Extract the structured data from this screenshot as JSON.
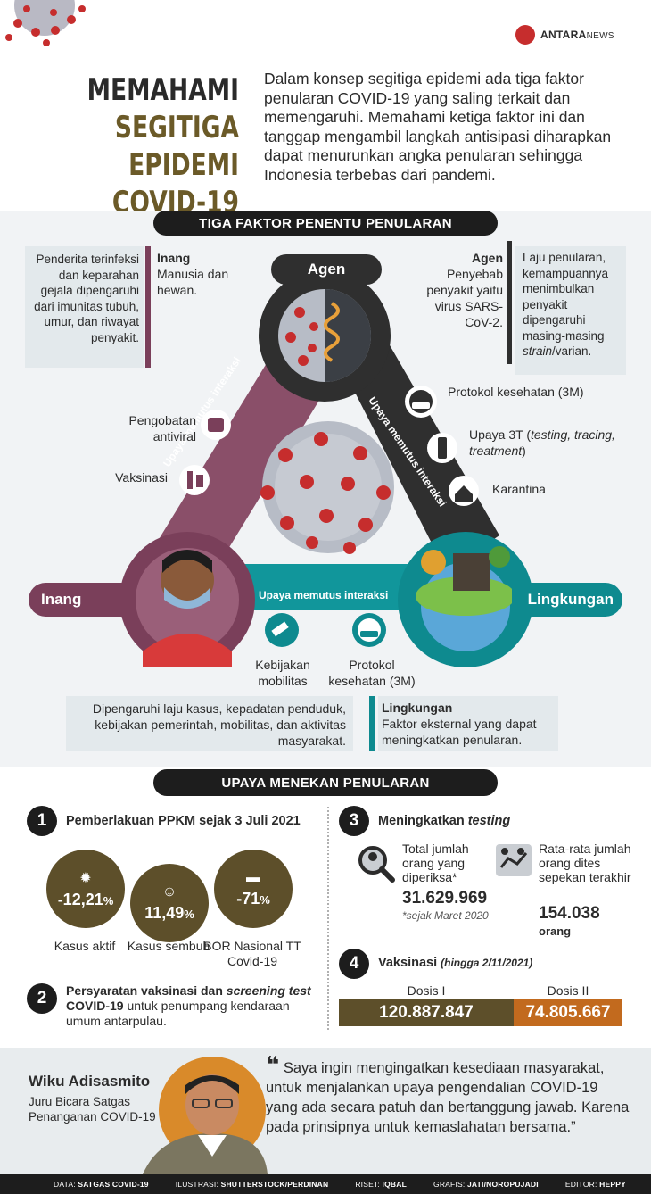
{
  "header": {
    "logo_text": "ANTARA",
    "logo_sub": "NEWS",
    "title_line1": "MEMAHAMI",
    "title_line2": "SEGITIGA EPIDEMI",
    "title_line3": "COVID-19",
    "intro": "Dalam konsep segitiga epidemi ada tiga faktor penularan COVID-19 yang saling terkait dan memengaruhi. Memahami ketiga faktor ini dan tanggap mengambil langkah antisipasi diharapkan dapat menurunkan angka penularan sehingga Indonesia terbebas dari pandemi."
  },
  "section1": {
    "title": "TIGA FAKTOR PENENTU PENULARAN",
    "inang": {
      "pill": "Inang",
      "heading": "Inang",
      "definition": "Manusia dan hewan.",
      "box": "Penderita terinfeksi dan keparahan gejala dipengaruhi dari imunitas tubuh, umur, dan riwayat penyakit."
    },
    "agen": {
      "pill": "Agen",
      "heading": "Agen",
      "definition": "Penyebab penyakit yaitu virus SARS-CoV-2.",
      "box_part1": "Laju penularan, kemampuannya menimbulkan penyakit dipengaruhi masing-masing ",
      "box_strain": "strain",
      "box_part2": "/varian."
    },
    "lingkungan": {
      "pill": "Lingkungan",
      "heading": "Lingkungan",
      "definition": "Faktor eksternal yang dapat meningkatkan penularan.",
      "box": "Dipengaruhi laju kasus, kepadatan penduduk, kebijakan pemerintah, mobilitas, dan aktivitas masyarakat."
    },
    "interaction_label": "Upaya memutus interaksi",
    "left_items": [
      "Pengobatan antiviral",
      "Vaksinasi"
    ],
    "right_items": {
      "protokol": "Protokol kesehatan (3M)",
      "t3_prefix": "Upaya 3T (",
      "t3_italic": "testing, tracing, treatment",
      "t3_suffix": ")",
      "karantina": "Karantina"
    },
    "bottom_items": [
      "Kebijakan mobilitas",
      "Protokol kesehatan (3M)"
    ]
  },
  "section2": {
    "title": "UPAYA MENEKAN PENULARAN",
    "item1": {
      "num": "1",
      "heading": "Pemberlakuan PPKM sejak 3 Juli 2021",
      "stats": [
        {
          "value": "-12,21",
          "unit": "%",
          "label": "Kasus aktif",
          "icon": "virus-icon"
        },
        {
          "value": "11,49",
          "unit": "%",
          "label": "Kasus sembuh",
          "icon": "recovered-person-icon"
        },
        {
          "value": "-71",
          "unit": "%",
          "label": "BOR Nasional TT Covid-19",
          "icon": "hospital-bed-icon"
        }
      ]
    },
    "item2": {
      "num": "2",
      "heading_bold1": "Persyaratan vaksinasi dan ",
      "heading_italic": "screening test",
      "heading_bold2": " COVID-19",
      "heading_rest": " untuk penumpang kendaraan umum antarpulau."
    },
    "item3": {
      "num": "3",
      "heading": "Meningkatkan ",
      "heading_italic": "testing",
      "total_label": "Total jumlah orang yang diperiksa*",
      "total_value": "31.629.969",
      "total_note": "*sejak Maret 2020",
      "avg_label": "Rata-rata jumlah orang dites sepekan terakhir",
      "avg_value": "154.038",
      "avg_unit": "orang"
    },
    "item4": {
      "num": "4",
      "heading": "Vaksinasi ",
      "heading_note": "(hingga 2/11/2021)",
      "dose1_label": "Dosis I",
      "dose1_value": "120.887.847",
      "dose2_label": "Dosis II",
      "dose2_value": "74.805.667"
    }
  },
  "quote": {
    "name": "Wiku Adisasmito",
    "role": "Juru Bicara Satgas Penanganan COVID-19",
    "mark": "❝",
    "text": "Saya ingin mengingatkan kesediaan masyarakat, untuk menjalankan upaya pengendalian COVID-19 yang ada secara patuh dan bertanggung jawab. Karena pada prinsipnya untuk kemaslahatan bersama.”"
  },
  "footer": {
    "data_label": "DATA:",
    "data_value": "SATGAS COVID-19",
    "ilustrasi_label": "ILUSTRASI:",
    "ilustrasi_value": "SHUTTERSTOCK/PERDINAN",
    "riset_label": "RISET:",
    "riset_value": "IQBAL",
    "grafis_label": "GRAFIS:",
    "grafis_value": "JATI/NOROPUJADI",
    "editor_label": "EDITOR:",
    "editor_value": "HEPPY"
  },
  "colors": {
    "inang": "#7a3f5a",
    "agen": "#2f2f2f",
    "lingkungan": "#0e8a8f",
    "stat_brown": "#5d4f2a",
    "dose2_orange": "#c26a1e",
    "virus_red": "#c62d2d"
  }
}
